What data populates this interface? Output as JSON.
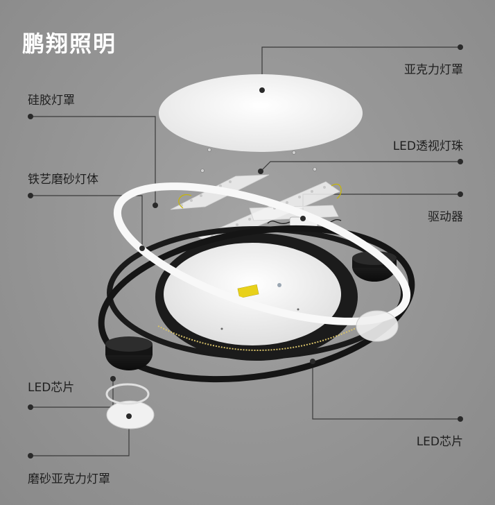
{
  "brand": "鹏翔照明",
  "labels": {
    "acrylic_cover": "亚克力灯罩",
    "silicone_cover": "硅胶灯罩",
    "led_beads": "LED透视灯珠",
    "iron_frosted_body": "铁艺磨砂灯体",
    "driver": "驱动器",
    "led_chip_left": "LED芯片",
    "led_chip_right": "LED芯片",
    "frosted_acrylic_cover": "磨砂亚克力灯罩"
  },
  "colors": {
    "background": "#969696",
    "callout_line": "#3a3a3a",
    "dot": "#2a2a2a",
    "disc": "#f4f4f4",
    "black_ring": "#1a1a1a",
    "white_ring": "#f7f7f7"
  }
}
